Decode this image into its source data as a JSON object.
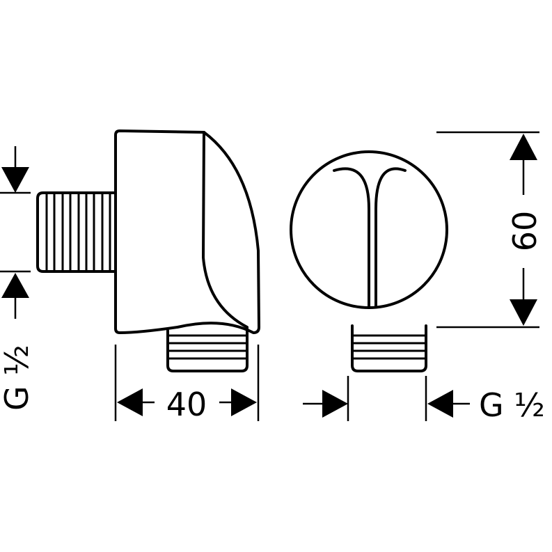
{
  "drawing": {
    "side_view": {
      "thread_label": "G ½",
      "width_label": "40"
    },
    "front_view": {
      "height_label": "60",
      "thread_label": "G ½"
    },
    "line_color": "#000000",
    "background_color": "#ffffff"
  }
}
